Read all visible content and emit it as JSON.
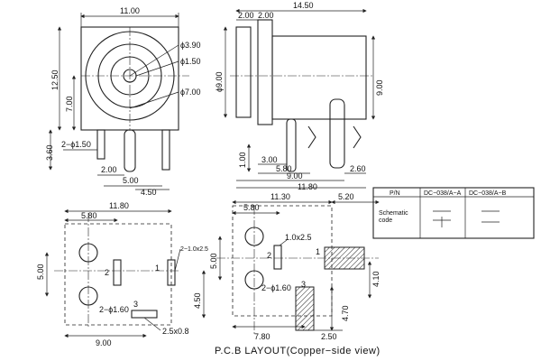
{
  "front_view": {
    "width": "11.00",
    "height": "12.50",
    "center_offset": "7.00",
    "hole_d1": "ϕ3.90",
    "hole_d2": "ϕ1.50",
    "hole_d3": "ϕ7.00",
    "pin_height": "3.60",
    "pin_dia": "2−ϕ1.50",
    "pin_spacing_a": "2.00",
    "pin_spacing_b": "5.00",
    "pin_spacing_c": "4.50"
  },
  "side_view": {
    "overall_length": "14.50",
    "flange_a": "2.00",
    "flange_b": "2.00",
    "body_dia": "ϕ9.00",
    "height_right": "9.00",
    "pin_offset": "1.00",
    "dim_3": "3.00",
    "dim_580": "5.80",
    "dim_260": "2.60",
    "dim_900": "9.00",
    "dim_1180": "11.80"
  },
  "bottom_view": {
    "width": "11.80",
    "offset": "5.80",
    "height": "5.00",
    "length": "9.00",
    "pin_label_1": "1",
    "pin_label_2": "2",
    "pin_label_3": "3",
    "slot_1": "2−1.0x2.5",
    "hole_dia": "2−ϕ1.60",
    "slot_3": "2.5x0.8",
    "dim_450": "4.50"
  },
  "pcb_layout": {
    "width": "11.30",
    "extension": "5.20",
    "offset": "5.80",
    "slot_2": "1.0x2.5",
    "height": "5.00",
    "hole_dia": "2−ϕ1.60",
    "pad_width": "4.10",
    "pad_height": "4.70",
    "pad_gap": "2.50",
    "length": "7.80",
    "pin_label_1": "1",
    "pin_label_2": "2",
    "pin_label_3": "3",
    "caption": "P.C.B LAYOUT(Copper−side view)"
  },
  "table": {
    "header_1": "P/N",
    "header_2": "DC−038/A−A",
    "header_3": "DC−038/A−B",
    "row_label_1": "Schematic",
    "row_label_2": "code"
  }
}
